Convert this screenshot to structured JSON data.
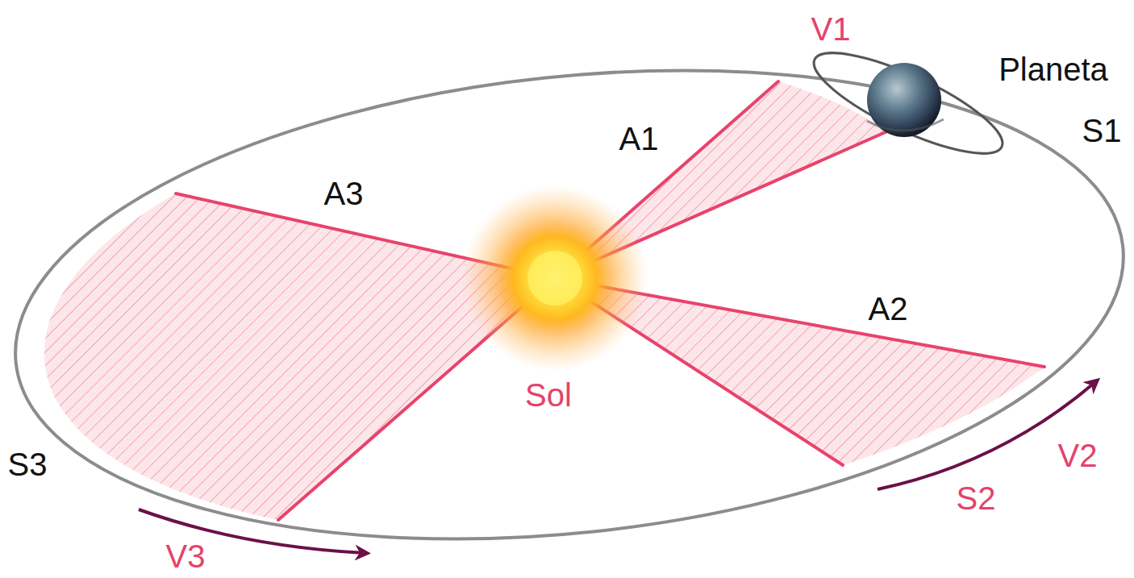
{
  "diagram": {
    "labels": [
      "V1",
      "Planeta",
      "S1",
      "A1",
      "A3",
      "A2",
      "Sol",
      "S3",
      "V2",
      "S2",
      "V3"
    ]
  }
}
